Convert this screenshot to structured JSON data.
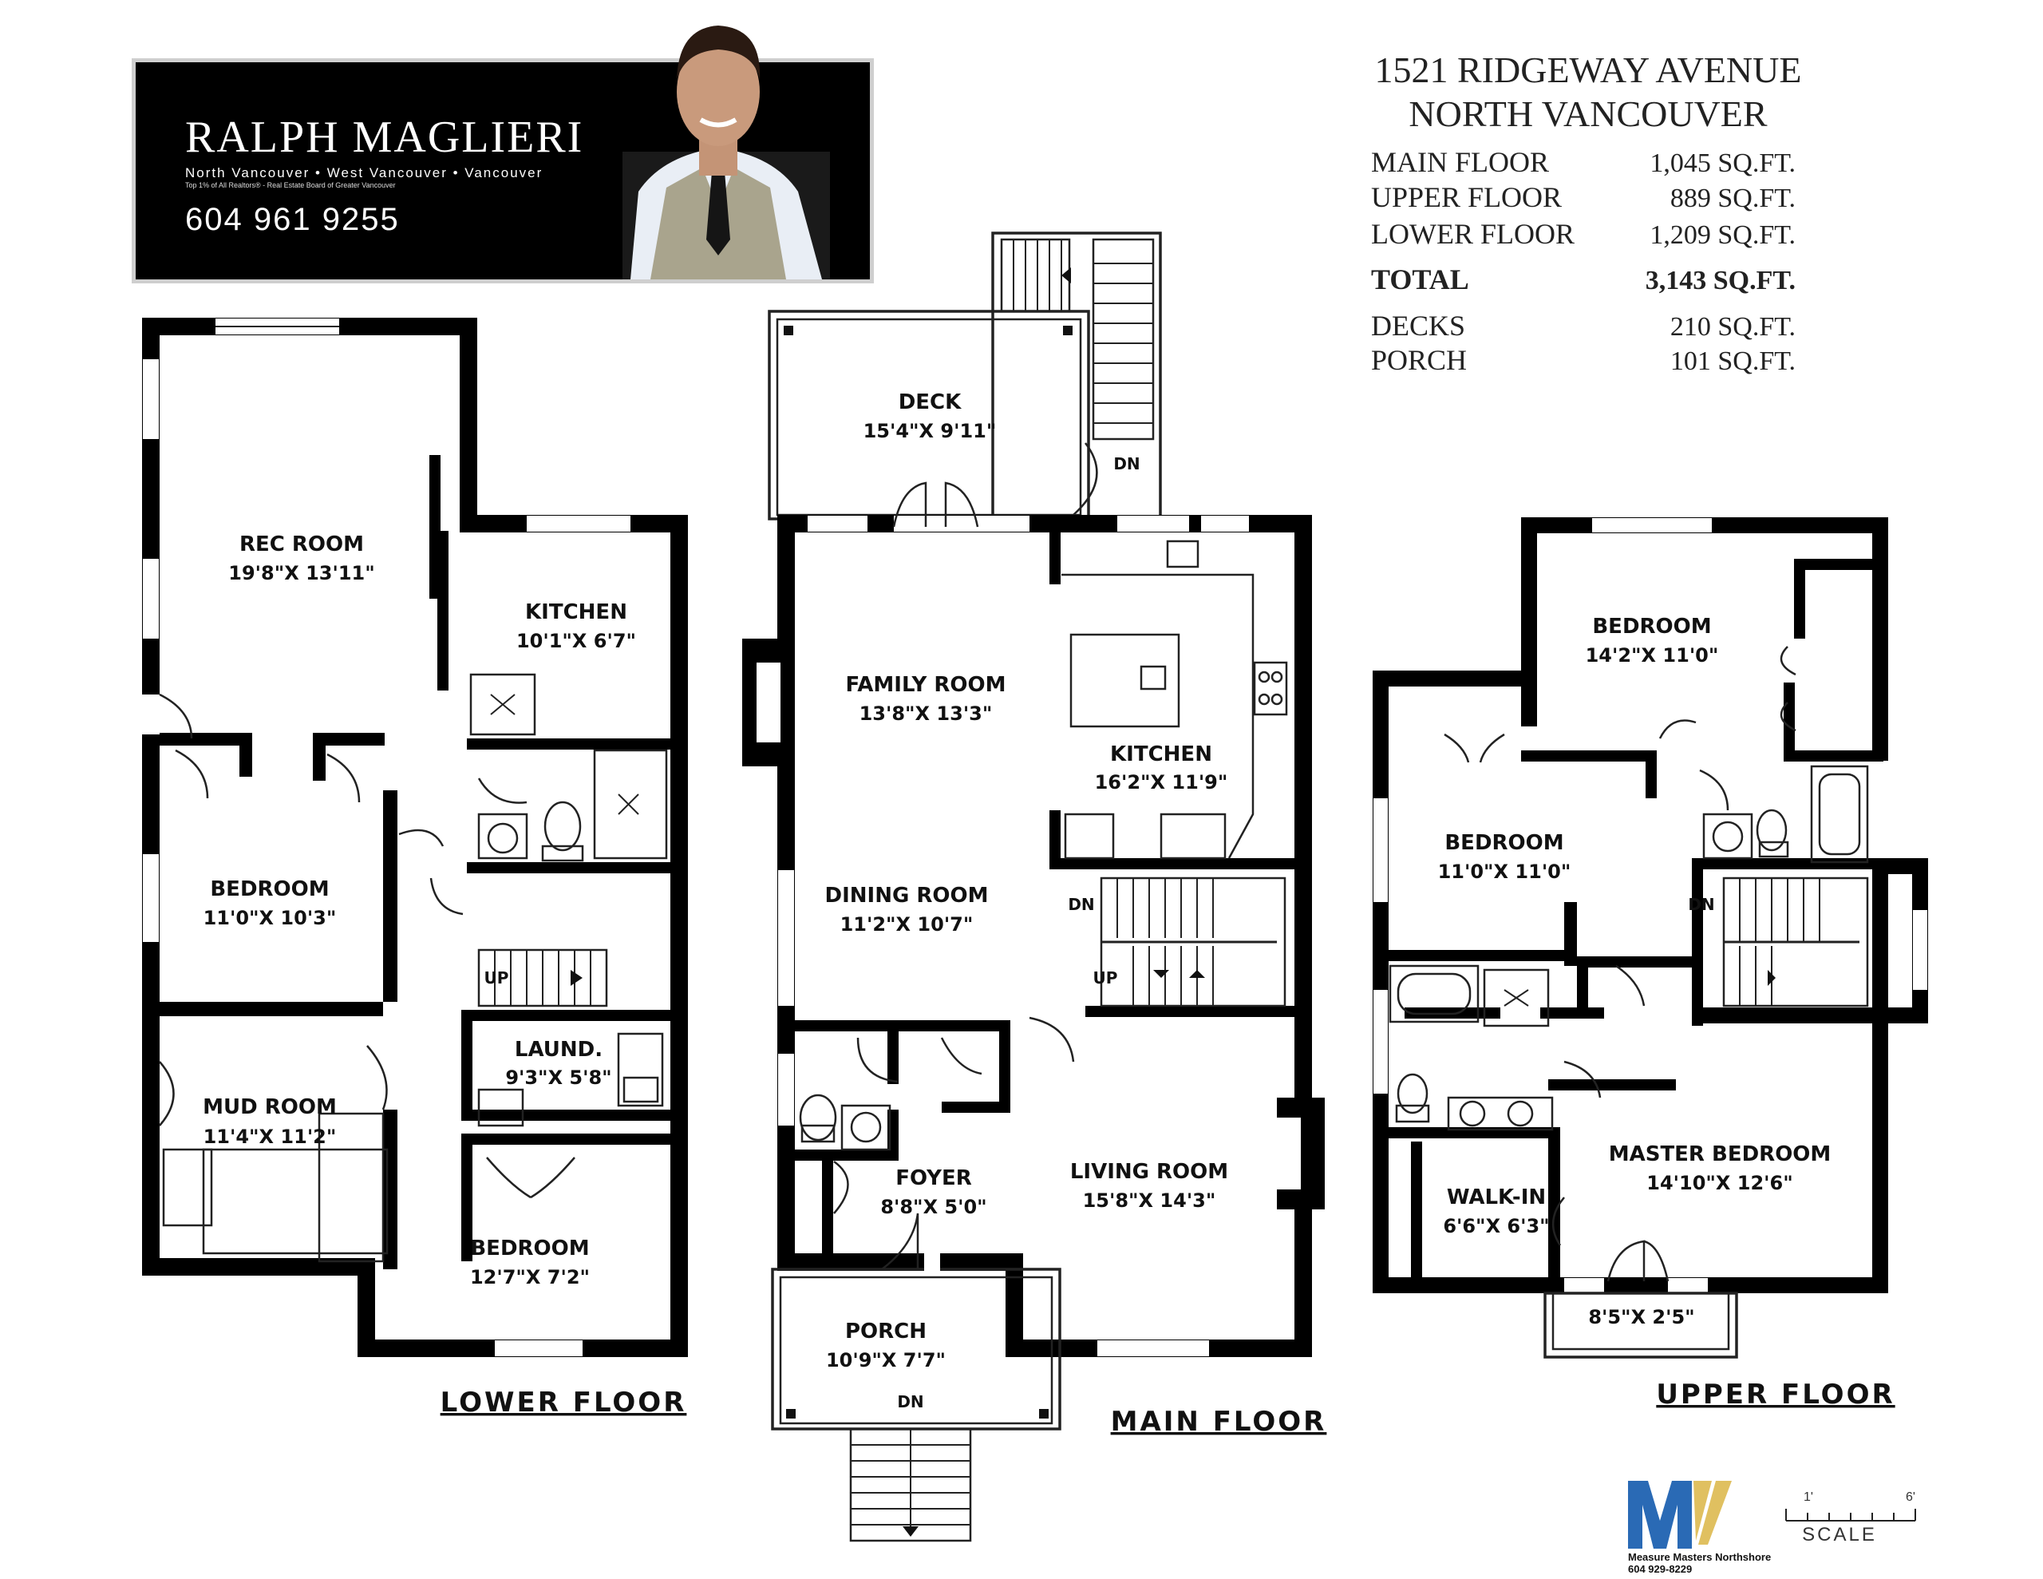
{
  "agent": {
    "name": "RALPH MAGLIERI",
    "areas": "North Vancouver • West Vancouver • Vancouver",
    "award": "Top 1% of All Realtors® - Real Estate Board of Greater Vancouver",
    "phone": "604 961 9255"
  },
  "property": {
    "address": "1521 RIDGEWAY AVENUE",
    "city": "NORTH VANCOUVER",
    "areas": [
      {
        "label": "MAIN FLOOR",
        "value": "1,045 SQ.FT."
      },
      {
        "label": "UPPER FLOOR",
        "value": "889 SQ.FT."
      },
      {
        "label": "LOWER FLOOR",
        "value": "1,209 SQ.FT."
      }
    ],
    "total": {
      "label": "TOTAL",
      "value": "3,143 SQ.FT."
    },
    "extras": [
      {
        "label": "DECKS",
        "value": "210 SQ.FT."
      },
      {
        "label": "PORCH",
        "value": "101 SQ.FT."
      }
    ]
  },
  "floors": {
    "lower": {
      "title": "LOWER FLOOR",
      "rooms": [
        {
          "name": "REC ROOM",
          "dims": "19'8\"X 13'11\""
        },
        {
          "name": "KITCHEN",
          "dims": "10'1\"X 6'7\""
        },
        {
          "name": "BEDROOM",
          "dims": "11'0\"X 10'3\""
        },
        {
          "name": "MUD ROOM",
          "dims": "11'4\"X 11'2\""
        },
        {
          "name": "LAUND.",
          "dims": "9'3\"X 5'8\""
        },
        {
          "name": "BEDROOM",
          "dims": "12'7\"X 7'2\""
        }
      ],
      "stair_up": "UP"
    },
    "main": {
      "title": "MAIN FLOOR",
      "rooms": [
        {
          "name": "DECK",
          "dims": "15'4\"X 9'11\""
        },
        {
          "name": "FAMILY ROOM",
          "dims": "13'8\"X 13'3\""
        },
        {
          "name": "KITCHEN",
          "dims": "16'2\"X 11'9\""
        },
        {
          "name": "DINING ROOM",
          "dims": "11'2\"X 10'7\""
        },
        {
          "name": "FOYER",
          "dims": "8'8\"X 5'0\""
        },
        {
          "name": "LIVING ROOM",
          "dims": "15'8\"X 14'3\""
        },
        {
          "name": "PORCH",
          "dims": "10'9\"X 7'7\""
        }
      ],
      "stair_dn_deck": "DN",
      "stair_dn": "DN",
      "stair_up": "UP",
      "stair_dn_porch": "DN"
    },
    "upper": {
      "title": "UPPER FLOOR",
      "rooms": [
        {
          "name": "BEDROOM",
          "dims": "14'2\"X 11'0\""
        },
        {
          "name": "BEDROOM",
          "dims": "11'0\"X 11'0\""
        },
        {
          "name": "MASTER BEDROOM",
          "dims": "14'10\"X 12'6\""
        },
        {
          "name": "WALK-IN",
          "dims": "6'6\"X 6'3\""
        }
      ],
      "balcony_dims": "8'5\"X 2'5\"",
      "stair_dn": "DN"
    }
  },
  "footer": {
    "company": "Measure Masters Northshore",
    "company_phone": "604 929-8229",
    "scale_label": "SCALE",
    "scale_start": "1'",
    "scale_end": "6'"
  },
  "colors": {
    "brand_blue": "#2a6ab5",
    "brand_gold": "#e0c060",
    "banner_black": "#000000"
  }
}
